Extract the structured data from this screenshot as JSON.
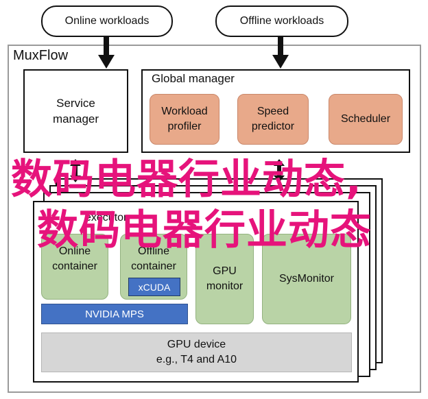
{
  "workloads": {
    "online": "Online workloads",
    "offline": "Offline workloads"
  },
  "muxflow": {
    "title": "MuxFlow",
    "service_manager": "Service\nmanager",
    "global_manager": {
      "title": "Global manager",
      "components": [
        "Workload\nprofiler",
        "Speed\npredictor",
        "Scheduler"
      ]
    },
    "executor": {
      "title_visible": "executor",
      "online_container": "Online\ncontainer",
      "offline_container": "Offline\ncontainer",
      "xcuda": "xCUDA",
      "nvidia_mps": "NVIDIA MPS",
      "gpu_monitor": "GPU\nmonitor",
      "sys_monitor": "SysMonitor",
      "gpu_device": "GPU device\ne.g., T4 and A10"
    }
  },
  "watermark": {
    "line1": "数码电器行业动态,",
    "line2": "数码电器行业动态"
  },
  "colors": {
    "orange": "#e8a98a",
    "green": "#b9d3a6",
    "blue": "#4472c4",
    "gray": "#d6d6d6",
    "watermark": "#e6137b"
  }
}
